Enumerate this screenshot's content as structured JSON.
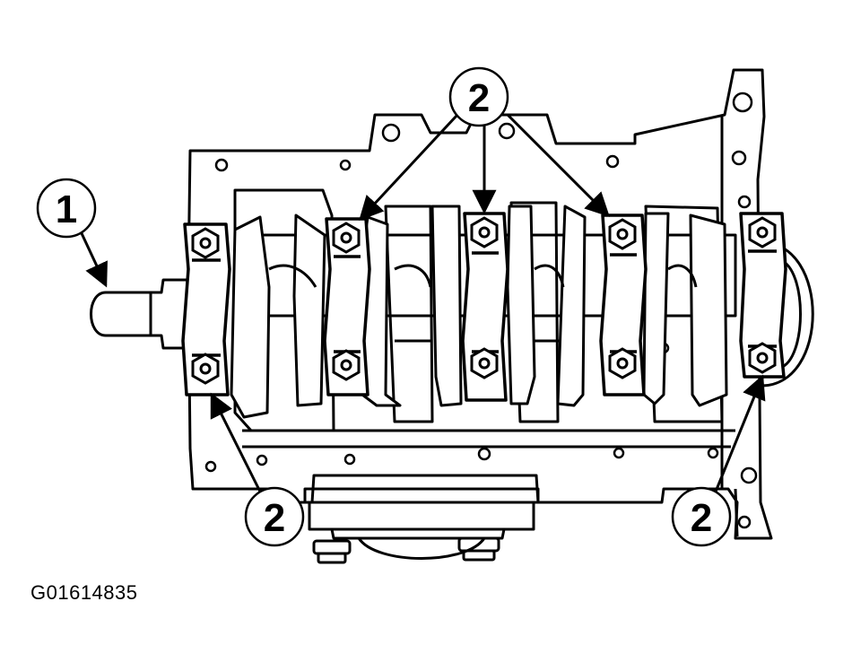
{
  "figure": {
    "id": "G01614835",
    "background": "#ffffff",
    "ink": "#000000"
  },
  "callouts": [
    {
      "key": "crankshaft",
      "label": "1"
    },
    {
      "key": "bearing-caps-top",
      "label": "2"
    },
    {
      "key": "bearing-cap-left",
      "label": "2"
    },
    {
      "key": "bearing-cap-right",
      "label": "2"
    }
  ]
}
